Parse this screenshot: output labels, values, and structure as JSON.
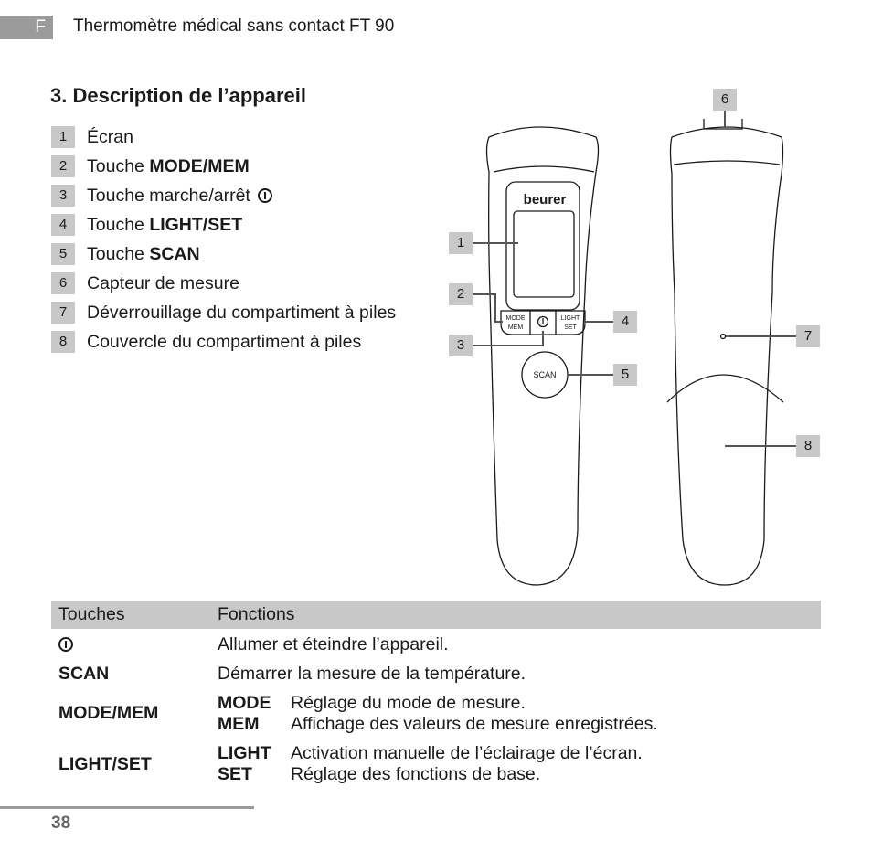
{
  "header": {
    "lang": "F",
    "title": "Thermomètre médical sans contact FT 90"
  },
  "section": {
    "title": "3. Description de l’appareil"
  },
  "parts": [
    {
      "num": "1",
      "text": "Écran"
    },
    {
      "num": "2",
      "pre": "Touche ",
      "bold": "MODE/MEM"
    },
    {
      "num": "3",
      "text": "Touche marche/arrêt",
      "icon": "power-icon"
    },
    {
      "num": "4",
      "pre": "Touche ",
      "bold": "LIGHT/SET"
    },
    {
      "num": "5",
      "pre": "Touche ",
      "bold": "SCAN"
    },
    {
      "num": "6",
      "text": "Capteur de mesure"
    },
    {
      "num": "7",
      "text": "Déverrouillage du compartiment à piles"
    },
    {
      "num": "8",
      "text": "Couvercle du compartiment à piles"
    }
  ],
  "figure": {
    "brand": "beurer",
    "btn_mode": [
      "MODE",
      "MEM"
    ],
    "btn_light": [
      "LIGHT",
      "SET"
    ],
    "btn_scan": "SCAN",
    "callouts": [
      "1",
      "2",
      "3",
      "4",
      "5",
      "6",
      "7",
      "8"
    ]
  },
  "table": {
    "col_keys": "Touches",
    "col_functions": "Fonctions",
    "rows": [
      {
        "key_icon": "power-icon",
        "function": "Allumer et éteindre l’appareil."
      },
      {
        "key": "SCAN",
        "function": "Démarrer la mesure de la température."
      },
      {
        "key": "MODE/MEM",
        "sub": [
          {
            "k": "MODE",
            "v": "Réglage du mode de mesure."
          },
          {
            "k": "MEM",
            "v": "Affichage des valeurs de mesure enregistrées."
          }
        ]
      },
      {
        "key": "LIGHT/SET",
        "sub": [
          {
            "k": "LIGHT",
            "v": "Activation manuelle de l’éclairage de l’écran."
          },
          {
            "k": "SET",
            "v": "Réglage des fonctions de base."
          }
        ]
      }
    ]
  },
  "footer": {
    "page": "38"
  }
}
